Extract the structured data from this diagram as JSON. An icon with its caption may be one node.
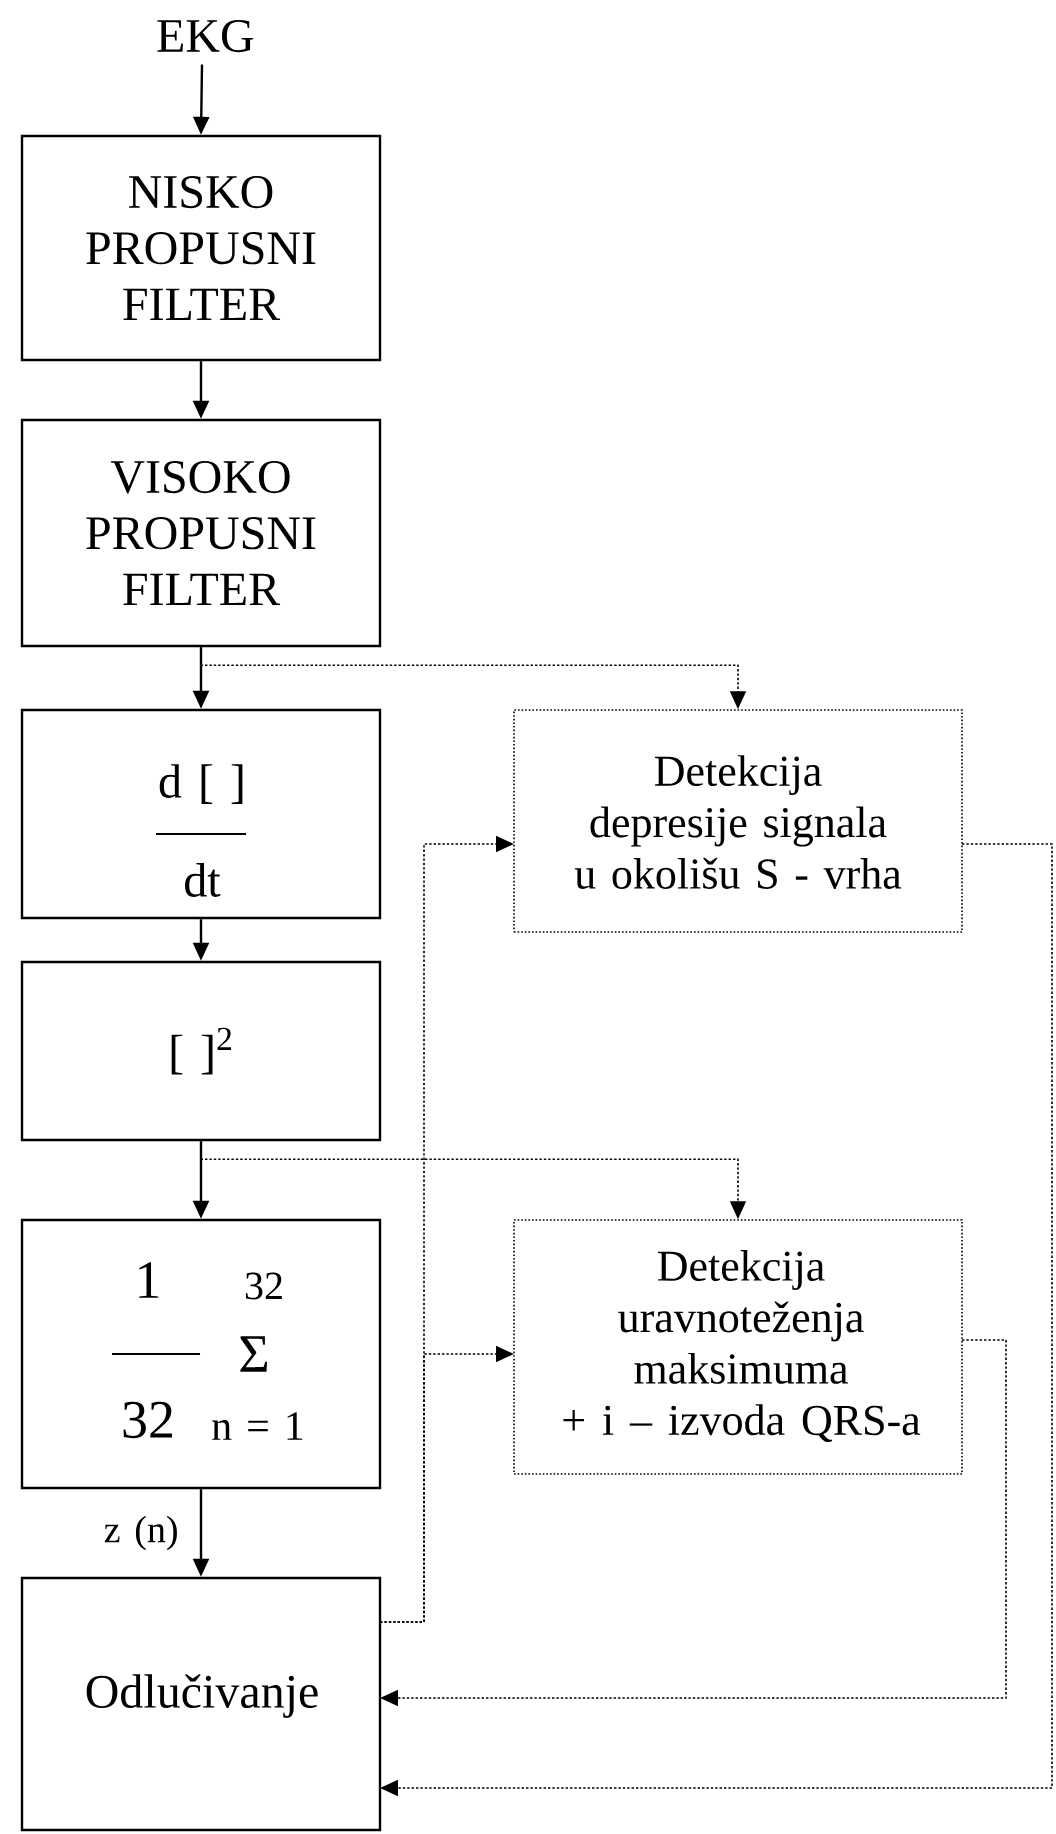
{
  "diagram": {
    "nodes": [
      {
        "text": [
          "EKG"
        ]
      },
      {
        "text": [
          "NISKO PROPUSNI FILTER"
        ]
      },
      {
        "text": [
          "VISOKO PROPUSNI FILTER"
        ]
      },
      {
        "text": [
          "d [ ]",
          "dt"
        ]
      },
      {
        "text": [
          "[ ]$^{2}$"
        ]
      },
      {
        "text": [
          "1",
          "32",
          "Σ",
          "32",
          "n = 1"
        ]
      },
      {
        "text": [
          "Odlučivanje"
        ]
      },
      {
        "text": [
          "Detekcija depresije signala u okolišu S - vrha"
        ]
      },
      {
        "text": [
          "Detekcija uravnoteženja maksimuma + i – izvoda QRS-a"
        ]
      }
    ],
    "edges": [
      {
        "from": 0,
        "to": 1,
        "arrow": "to"
      },
      {
        "from": 1,
        "to": 2,
        "arrow": "to"
      },
      {
        "from": 2,
        "to": 3,
        "arrow": "to"
      },
      {
        "from": 3,
        "to": 4,
        "arrow": "to"
      },
      {
        "from": 4,
        "to": 5,
        "arrow": "to"
      },
      {
        "from": 5,
        "to": 6,
        "arrow": "to",
        "label": "z (n)"
      },
      {
        "from": 2,
        "to": 7,
        "arrow": "to",
        "style": "dashed"
      },
      {
        "from": 4,
        "to": 8,
        "arrow": "to",
        "style": "dashed"
      },
      {
        "from": 6,
        "to": 7,
        "arrow": "to",
        "style": "dashed"
      },
      {
        "from": 6,
        "to": 8,
        "arrow": "to",
        "style": "dashed"
      },
      {
        "from": 8,
        "to": 6,
        "arrow": "to",
        "style": "dashed"
      },
      {
        "from": 7,
        "to": 6,
        "arrow": "to",
        "style": "dashed"
      }
    ]
  }
}
